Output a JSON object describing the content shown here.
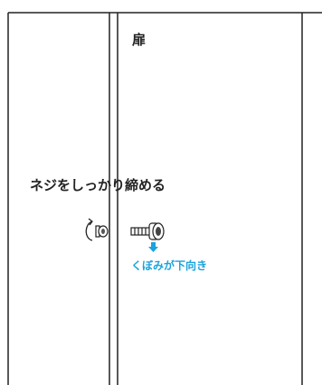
{
  "labels": {
    "door": "扉",
    "instruction": "ネジをしっかり締める",
    "hint": "くぼみが下向き"
  },
  "colors": {
    "line": "#222222",
    "accent": "#1aa3dc"
  }
}
